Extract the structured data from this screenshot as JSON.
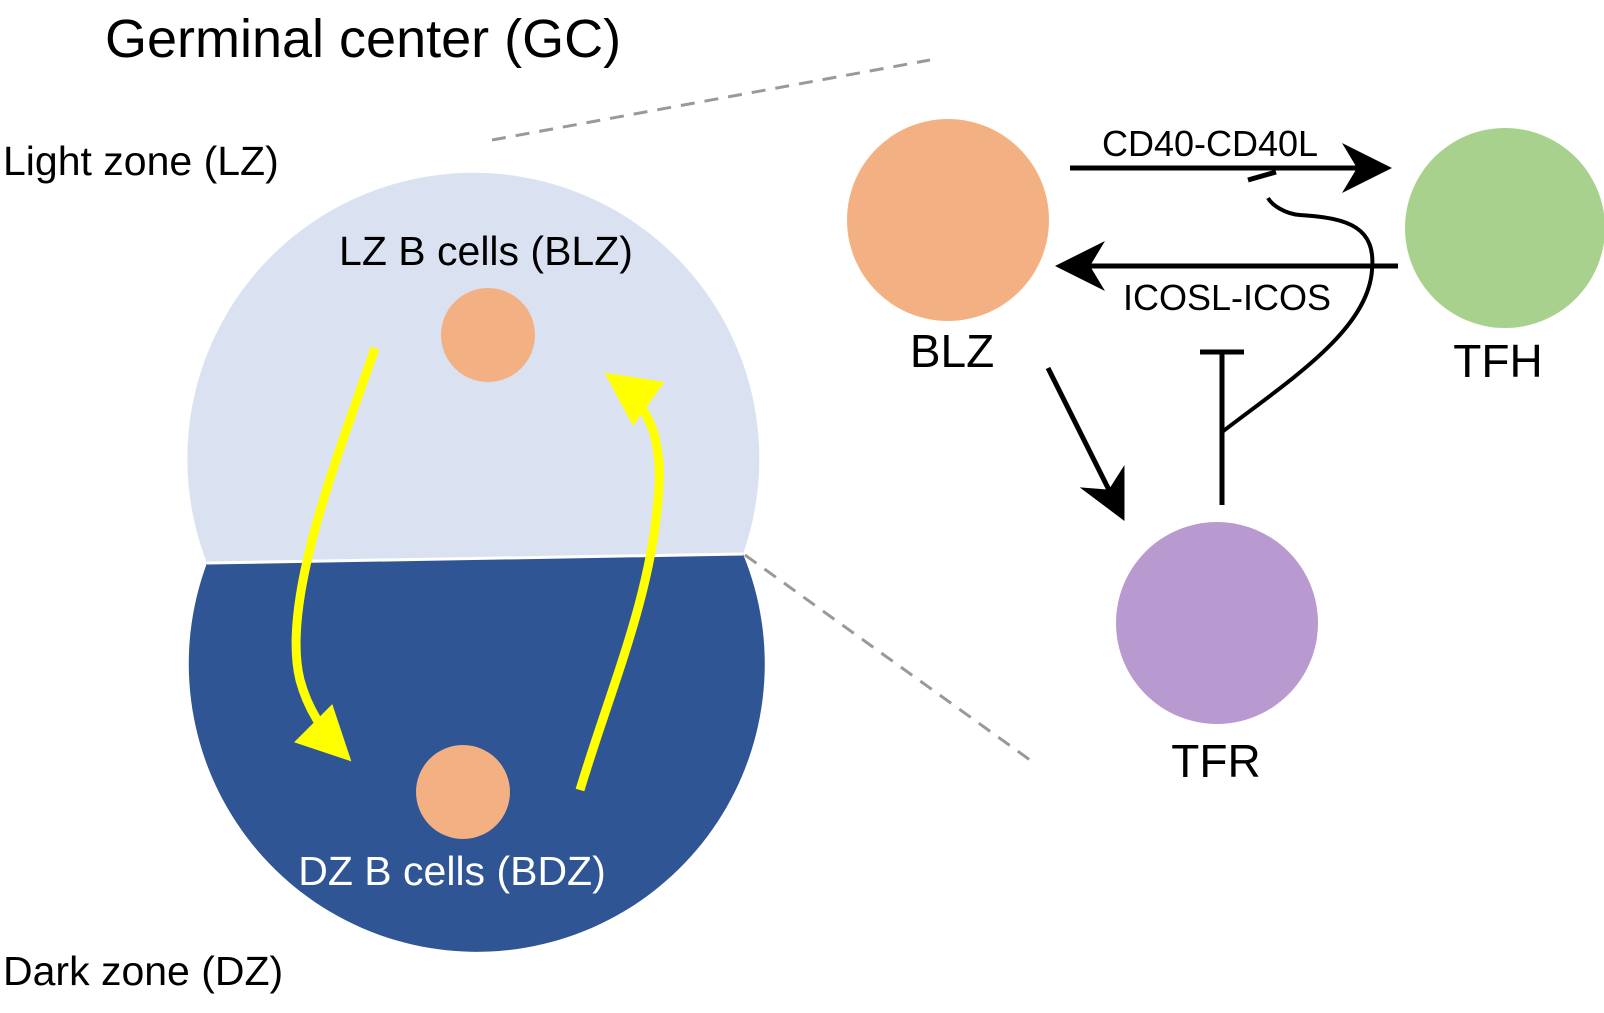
{
  "title": "Germinal center (GC)",
  "zones": {
    "light_zone_label": "Light zone (LZ)",
    "dark_zone_label": "Dark zone (DZ)",
    "lz_cells_label": "LZ B cells (BLZ)",
    "dz_cells_label": "DZ B cells (BDZ)"
  },
  "network": {
    "nodes": {
      "blz": "BLZ",
      "tfh": "TFH",
      "tfr": "TFR"
    },
    "edges": {
      "cd40": "CD40-CD40L",
      "icos": "ICOSL-ICOS"
    }
  },
  "colors": {
    "light_zone": "#dae2f2",
    "dark_zone": "#305594",
    "b_cell": "#f3b083",
    "tfh": "#a9d18e",
    "tfr": "#b89ad0",
    "cycle_arrow": "#ffff00",
    "connector": "#999999",
    "ink": "#000000"
  }
}
